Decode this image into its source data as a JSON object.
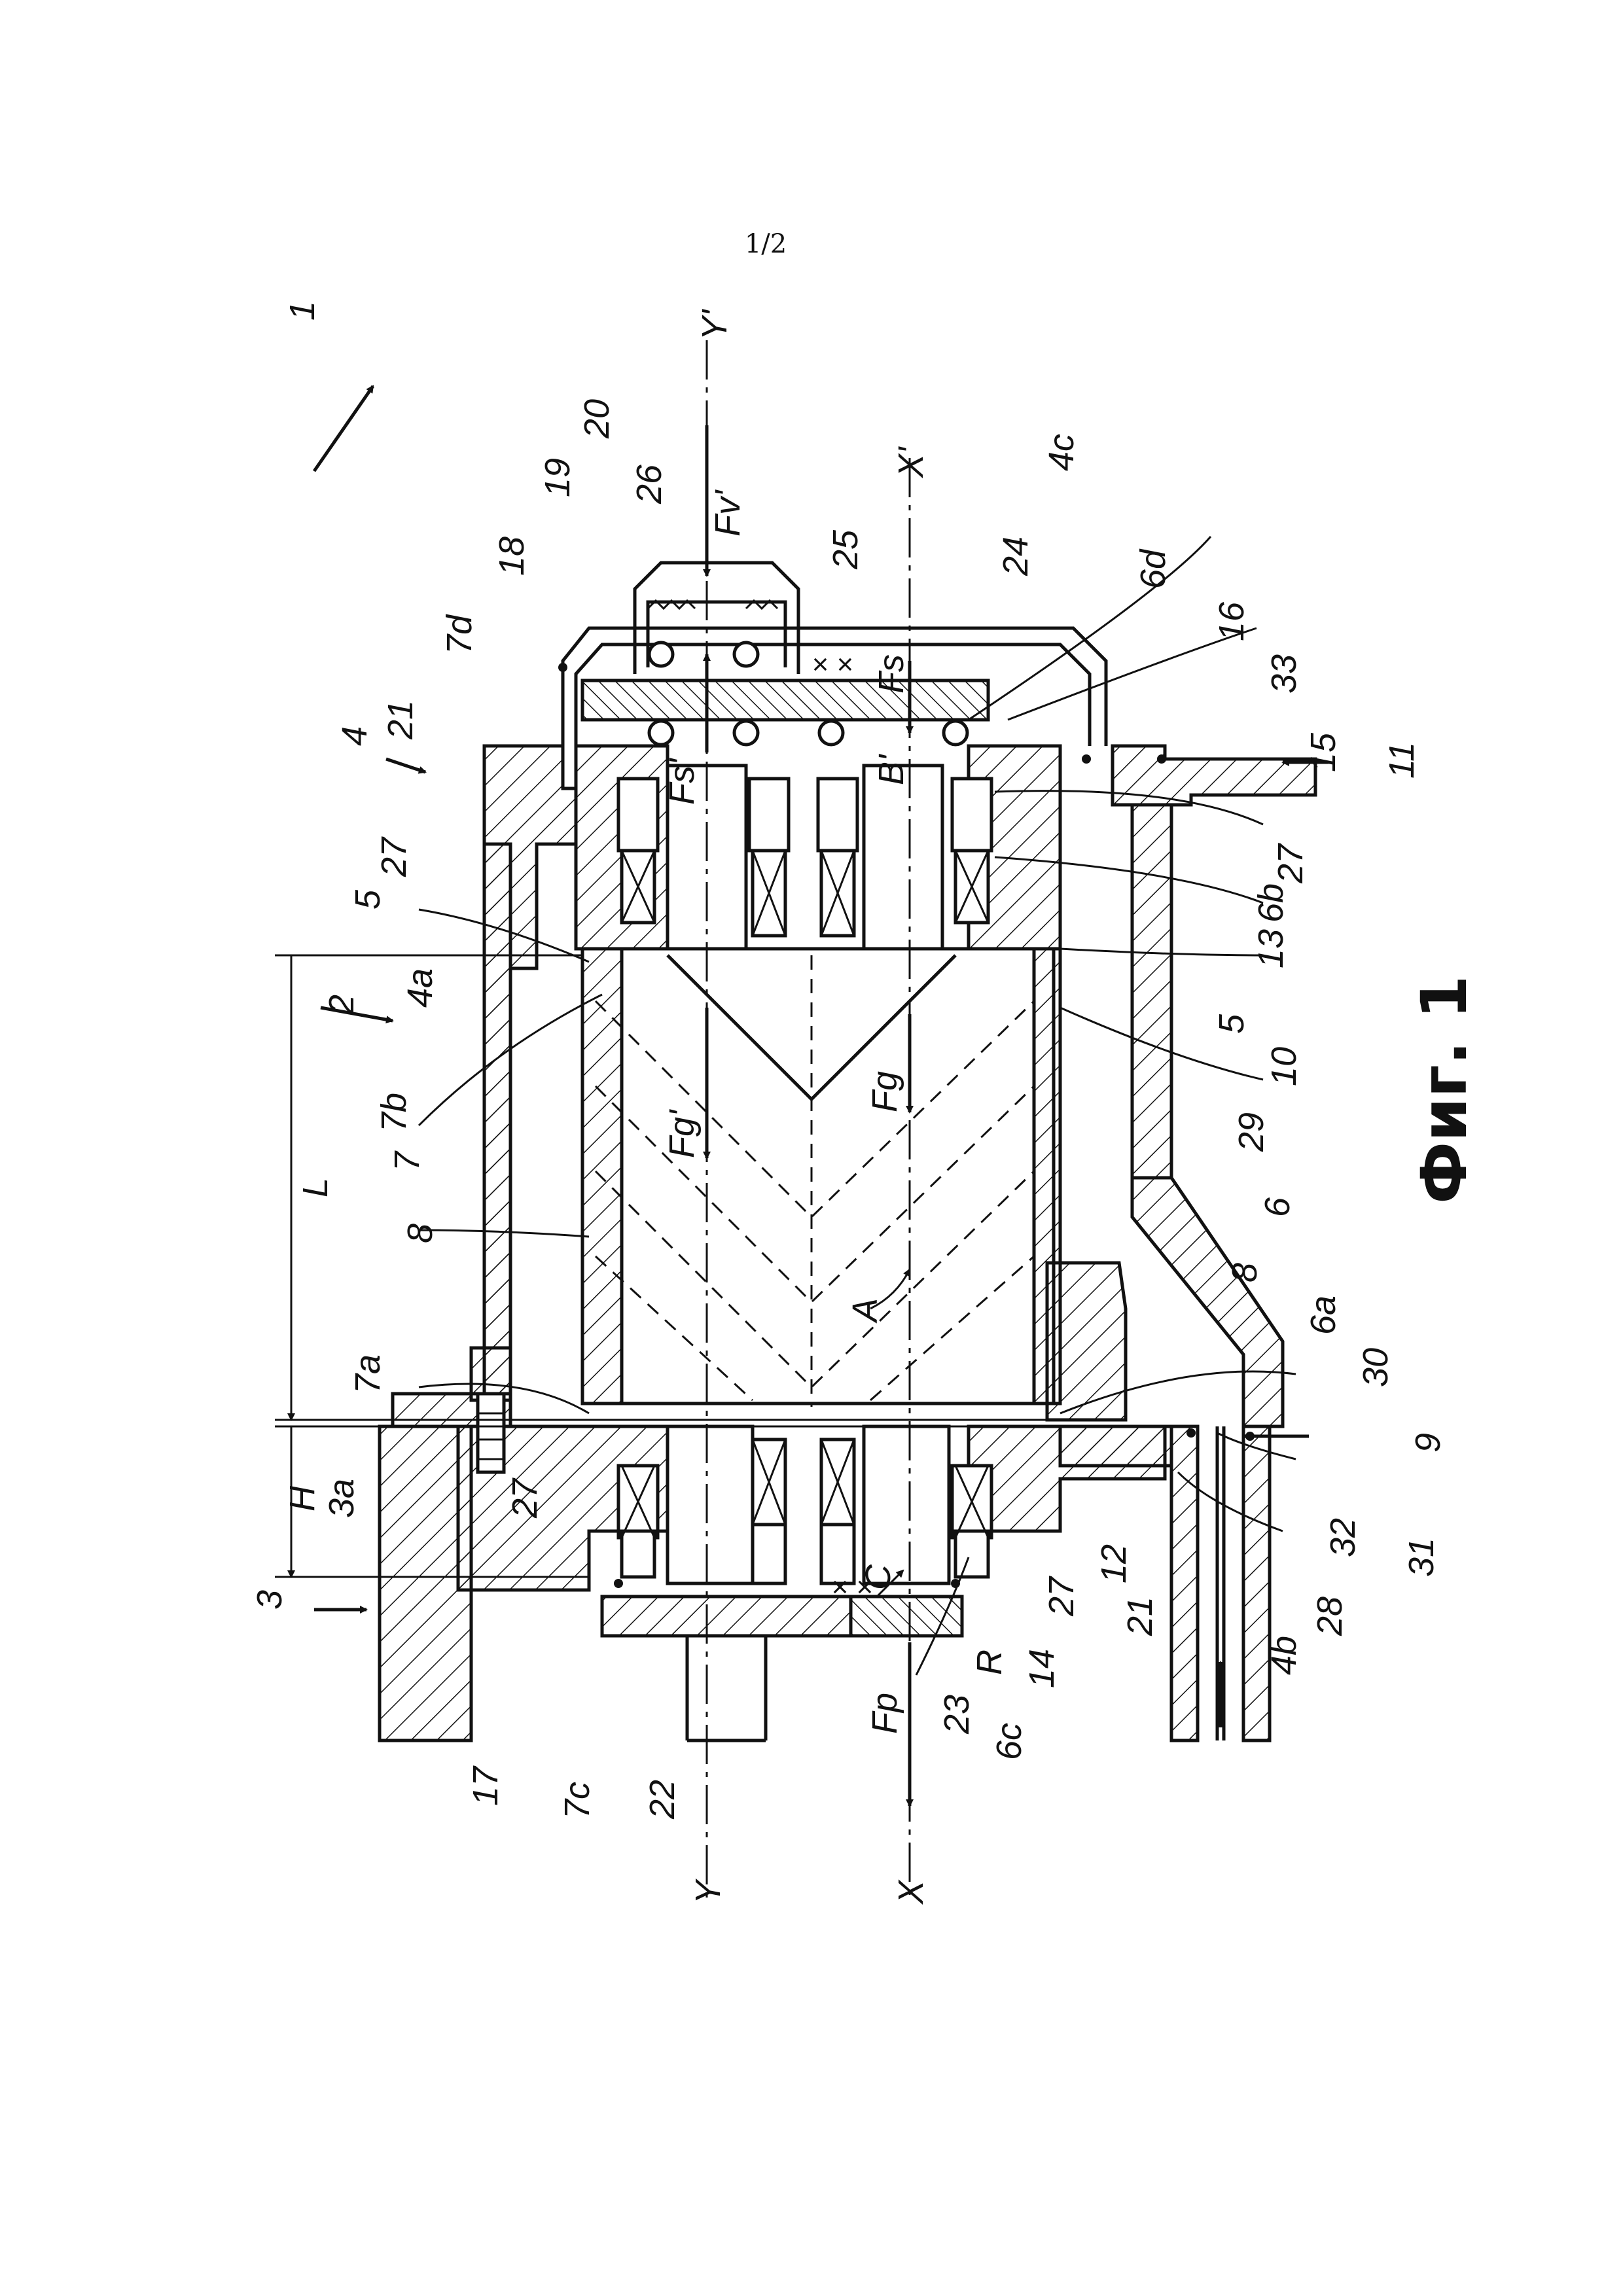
{
  "page": {
    "number": "1/2"
  },
  "figure": {
    "caption": "Фиг. 1"
  },
  "labels": {
    "n1": "1",
    "n2": "2",
    "n3": "3",
    "n3a": "3a",
    "n4": "4",
    "n4a": "4a",
    "n4b": "4b",
    "n4c": "4c",
    "n5a": "5",
    "n5b": "5",
    "n6": "6",
    "n6a": "6a",
    "n6b": "6b",
    "n6c": "6c",
    "n6d": "6d",
    "n7": "7",
    "n7a": "7a",
    "n7b": "7b",
    "n7c": "7c",
    "n7d": "7d",
    "n8a": "8",
    "n8b": "8",
    "n9": "9",
    "n10": "10",
    "n11": "11",
    "n12": "12",
    "n13": "13",
    "n14": "14",
    "n15": "15",
    "n16": "16",
    "n17": "17",
    "n18": "18",
    "n19": "19",
    "n20": "20",
    "n21a": "21",
    "n21b": "21",
    "n22": "22",
    "n23": "23",
    "n24": "24",
    "n25": "25",
    "n26": "26",
    "n27a": "27",
    "n27b": "27",
    "n27c": "27",
    "n27d": "27",
    "n28": "28",
    "n29": "29",
    "n30": "30",
    "n31": "31",
    "n32": "32",
    "n33": "33",
    "dimL": "L",
    "dimH": "H",
    "axisX": "X",
    "axisXp": "X'",
    "axisY": "Y",
    "axisYp": "Y'",
    "fvp": "Fv'",
    "fs": "Fs",
    "fsp": "Fs'",
    "fg": "Fg",
    "fgp": "Fg'",
    "fp": "Fp",
    "bp": "B'",
    "angleA": "A",
    "angleC": "C",
    "radR": "R"
  }
}
